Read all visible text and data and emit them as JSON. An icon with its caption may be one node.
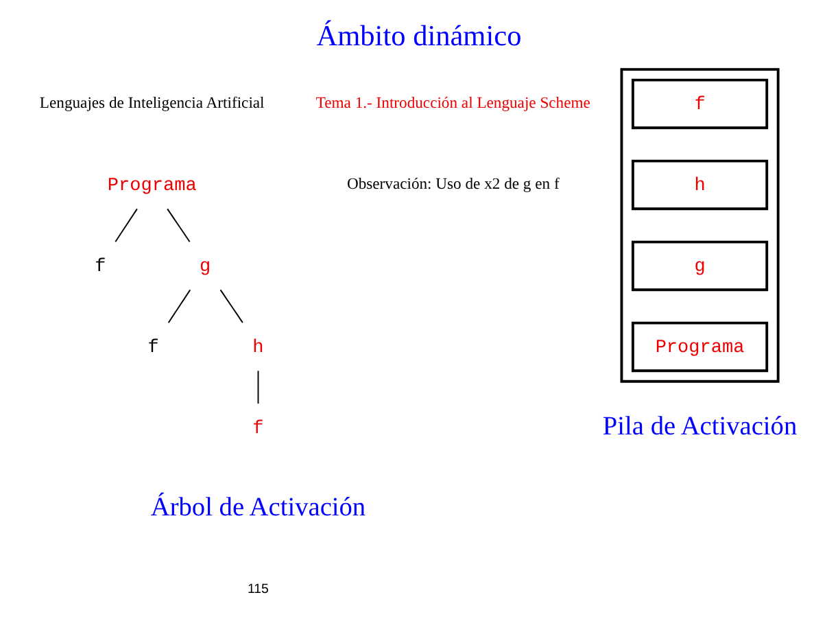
{
  "diagram": {
    "title": "Ámbito dinámico",
    "nodes": [
      {
        "text": [
          "Programa"
        ]
      },
      {
        "text": [
          "f"
        ]
      },
      {
        "text": [
          "g"
        ]
      },
      {
        "text": [
          "f"
        ]
      },
      {
        "text": [
          "h"
        ]
      },
      {
        "text": [
          "f"
        ]
      },
      {
        "text": [],
        "shape": "box"
      },
      {
        "text": [
          "f"
        ],
        "in": 6
      },
      {
        "text": [
          "h"
        ],
        "in": 6
      },
      {
        "text": [
          "g"
        ],
        "in": 6
      },
      {
        "text": [
          "Programa"
        ],
        "in": 6
      }
    ],
    "edges": [
      {
        "from": 0,
        "to": 1,
        "arrow": "none"
      },
      {
        "from": 0,
        "to": 2,
        "arrow": "none"
      },
      {
        "from": 2,
        "to": 3,
        "arrow": "none"
      },
      {
        "from": 2,
        "to": 4,
        "arrow": "none"
      },
      {
        "from": 4,
        "to": 5,
        "arrow": "none"
      }
    ],
    "labels": [
      "Lenguajes de Inteligencia Artificial",
      "Tema 1.- Introducción al Lenguaje Scheme",
      "Observación: Uso de x2 de g en f",
      "Pila de Activación",
      "Árbol de Activación",
      "115"
    ]
  }
}
